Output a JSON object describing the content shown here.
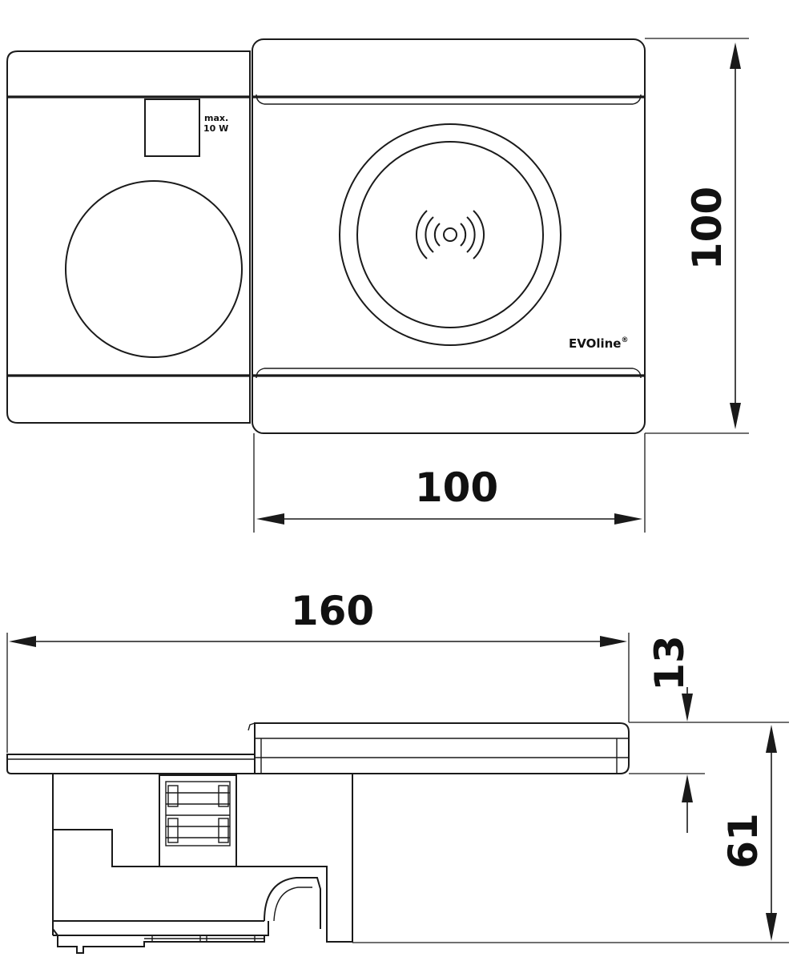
{
  "labels": {
    "top_width": "100",
    "top_height": "100",
    "side_length": "160",
    "side_top_height": "13",
    "side_depth": "61",
    "power_note_line1": "max.",
    "power_note_line2": "10 W",
    "brand": "EVOline",
    "brand_mark": "®"
  }
}
